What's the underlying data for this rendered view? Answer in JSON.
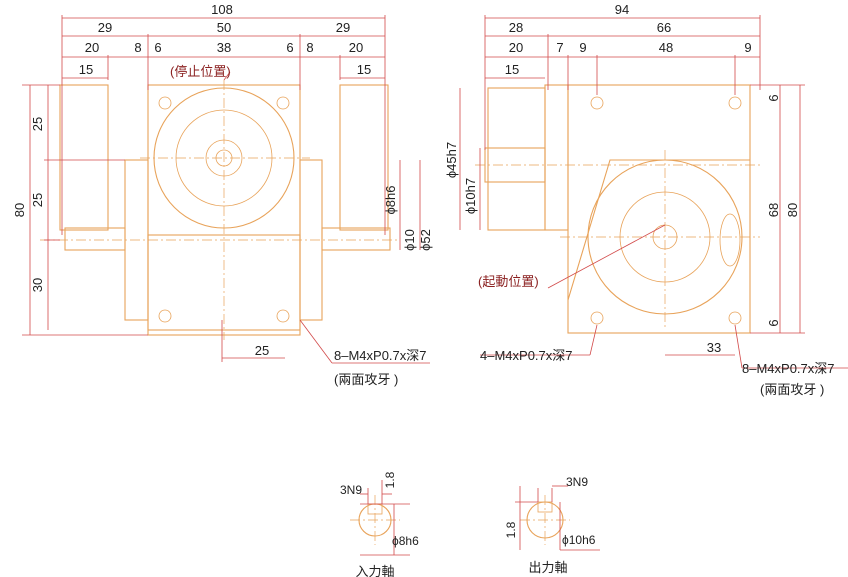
{
  "front": {
    "dims": [
      "108",
      "29",
      "50",
      "29",
      "20",
      "8",
      "6",
      "38",
      "6",
      "8",
      "20",
      "15",
      "15",
      "25",
      "25",
      "30",
      "80",
      "25"
    ],
    "stop_position": "(停止位置)",
    "shaft_phi": "ϕ8h6",
    "phi10": "ϕ10",
    "phi52": "ϕ52",
    "tap_note": "8–M4xP0.7x深7",
    "tap_sub": "(兩面攻牙 )"
  },
  "side": {
    "dims": [
      "94",
      "28",
      "66",
      "20",
      "7",
      "9",
      "48",
      "9",
      "15",
      "6",
      "68",
      "80",
      "6",
      "33"
    ],
    "phi45": "ϕ45h7",
    "phi10": "ϕ10h7",
    "start_position": "(起動位置)",
    "tap_note_left": "4–M4xP0.7x深7",
    "tap_note_right": "8–M4xP0.7x深7",
    "tap_sub": "(兩面攻牙 )"
  },
  "input_shaft": {
    "key": "3N9",
    "depth": "1.8",
    "phi": "ϕ8h6",
    "label": "入力軸"
  },
  "output_shaft": {
    "key": "3N9",
    "depth": "1.8",
    "phi": "ϕ10h6",
    "label": "出力軸"
  }
}
